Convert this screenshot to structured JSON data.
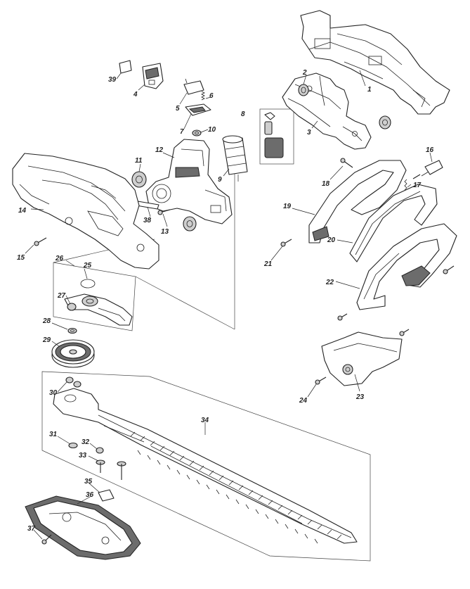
{
  "diagram": {
    "type": "exploded-parts-view",
    "callouts": [
      "1",
      "2",
      "3",
      "4",
      "5",
      "6",
      "7",
      "8",
      "9",
      "10",
      "11",
      "12",
      "13",
      "14",
      "15",
      "16",
      "17",
      "18",
      "19",
      "20",
      "21",
      "22",
      "23",
      "24",
      "25",
      "26",
      "27",
      "28",
      "29",
      "30",
      "31",
      "32",
      "33",
      "34",
      "35",
      "36",
      "37",
      "38",
      "39"
    ]
  }
}
